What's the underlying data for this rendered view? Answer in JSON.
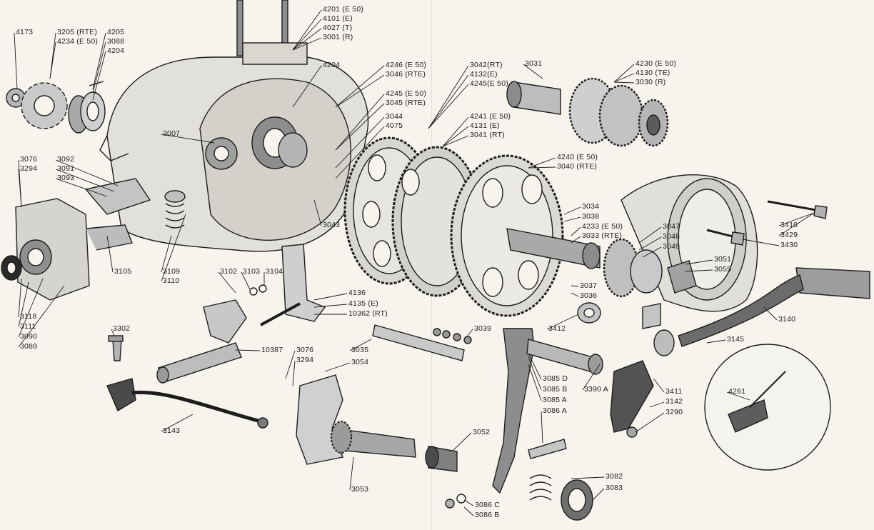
{
  "diagram": {
    "colors": {
      "paper": "#f7f4ee",
      "ink": "#1d1d1d",
      "metal": "#9a9a9a",
      "shade": "#5c5c5c"
    },
    "labels": [
      "4173",
      "3205 (RTE)",
      "4234 (E 50)",
      "4205",
      "3088",
      "4204",
      "4201 (E 50)",
      "4101 (E)",
      "4027 (T)",
      "3001 (R)",
      "4204",
      "4246 (E 50)",
      "3046 (RTE)",
      "4245 (E 50)",
      "3045 (RTE)",
      "3044",
      "4075",
      "3042(RT)",
      "4132(E)",
      "4245(E 50)",
      "3031",
      "4230 (E 50)",
      "4130 (TE)",
      "3030 (R)",
      "4241 (E 50)",
      "4131 (E)",
      "3041 (RT)",
      "4240 (E 50)",
      "3040 (RTE)",
      "3007",
      "3076",
      "3294",
      "3092",
      "3091",
      "3093",
      "3034",
      "3038",
      "4233 (E 50)",
      "3033 (RTE)",
      "3410",
      "3429",
      "3430",
      "3047",
      "3048",
      "3049",
      "3051",
      "3055",
      "3043",
      "3105",
      "3109",
      "3110",
      "3102",
      "3103",
      "3104",
      "3118",
      "3111",
      "3090",
      "3089",
      "4136",
      "4135 (E)",
      "10362 (RT)",
      "3037",
      "3036",
      "3140",
      "3412",
      "3039",
      "3302",
      "10387",
      "3076",
      "3294",
      "3035",
      "3054",
      "3145",
      "3085 D",
      "3085 B",
      "3085 A",
      "3086 A",
      "3390 A",
      "3411",
      "3142",
      "3290",
      "4261",
      "3143",
      "3052",
      "3053",
      "3082",
      "3083",
      "3086 C",
      "3086 B"
    ]
  }
}
